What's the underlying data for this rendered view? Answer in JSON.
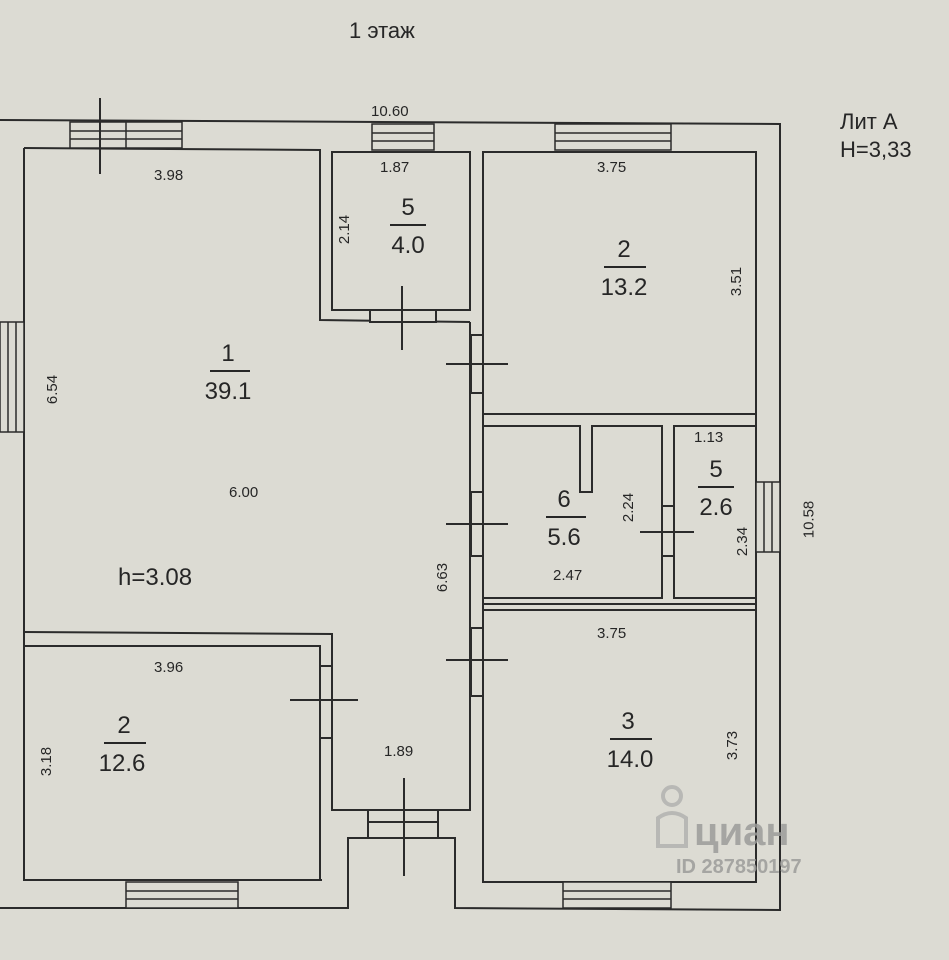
{
  "title": "1 этаж",
  "lit": {
    "line1": "Лит А",
    "line2": "H=3,33"
  },
  "overall": {
    "width": "10.60",
    "height": "10.58"
  },
  "rooms": {
    "r1": {
      "number": "1",
      "area": "39.1",
      "w": "3.98",
      "h": "6.54",
      "inner": "6.00",
      "height_label": "h=3.08"
    },
    "r5a": {
      "number": "5",
      "area": "4.0",
      "w": "1.87",
      "h": "2.14"
    },
    "r2a": {
      "number": "2",
      "area": "13.2",
      "w": "3.75",
      "h": "3.51"
    },
    "r6": {
      "number": "6",
      "area": "5.6",
      "w": "2.47",
      "h": "2.24"
    },
    "r5b": {
      "number": "5",
      "area": "2.6",
      "w": "1.13",
      "h": "2.34"
    },
    "r2b": {
      "number": "2",
      "area": "12.6",
      "w": "3.96",
      "h": "3.18"
    },
    "r3": {
      "number": "3",
      "area": "14.0",
      "w": "3.75",
      "h": "3.73"
    },
    "corridor": {
      "w": "1.89",
      "h": "6.63"
    }
  },
  "watermark": {
    "brand": "циан",
    "id": "ID 287850197"
  },
  "colors": {
    "background": "#dcdbd3",
    "line": "#2b2b2b"
  }
}
